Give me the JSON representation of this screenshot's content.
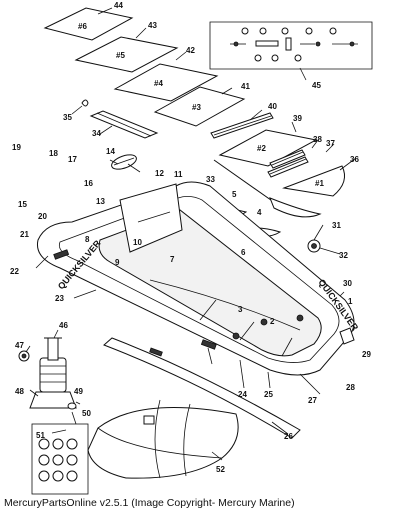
{
  "footer": "MercuryPartsOnline v2.5.1 (Image Copyright- Mercury Marine)",
  "boat_brand": "QUICKSILVER",
  "callouts": [
    "1",
    "2",
    "3",
    "4",
    "5",
    "6",
    "7",
    "8",
    "9",
    "10",
    "11",
    "12",
    "13",
    "14",
    "15",
    "16",
    "17",
    "18",
    "19",
    "20",
    "21",
    "22",
    "23",
    "24",
    "25",
    "26",
    "27",
    "28",
    "29",
    "30",
    "31",
    "32",
    "33",
    "34",
    "35",
    "36",
    "37",
    "38",
    "39",
    "40",
    "41",
    "42",
    "43",
    "44",
    "45",
    "46",
    "47",
    "48",
    "49",
    "50",
    "51",
    "52"
  ],
  "floorboard_labels": [
    "#1",
    "#2",
    "#3",
    "#4",
    "#5",
    "#6"
  ]
}
